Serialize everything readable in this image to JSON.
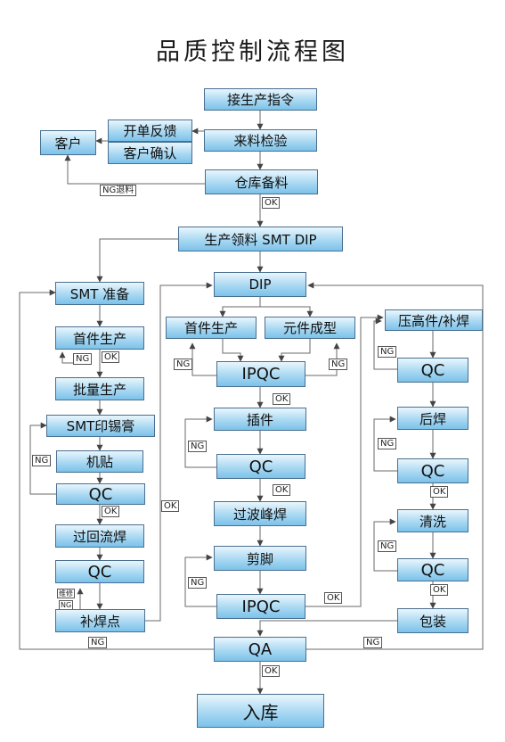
{
  "title": "品质控制流程图",
  "nodes": {
    "production_order": "接生产指令",
    "issue_feedback": "开单反馈",
    "customer_confirm": "客户确认",
    "customer": "客户",
    "incoming_inspection": "来料检验",
    "warehouse_prep": "仓库备料",
    "material_pick": "生产领料 SMT DIP",
    "smt_prep": "SMT 准备",
    "smt_first_article": "首件生产",
    "smt_batch": "批量生产",
    "smt_solder_paste": "SMT印锡膏",
    "smt_mount": "机贴",
    "smt_qc1": "QC",
    "smt_reflow": "过回流焊",
    "smt_qc2": "QC",
    "smt_touchup": "补焊点",
    "dip": "DIP",
    "dip_first_article": "首件生产",
    "dip_forming": "元件成型",
    "dip_ipqc1": "IPQC",
    "dip_insert": "插件",
    "dip_qc": "QC",
    "dip_wave": "过波峰焊",
    "dip_cut": "剪脚",
    "dip_ipqc2": "IPQC",
    "press_fit": "压高件/补焊",
    "r_qc1": "QC",
    "post_weld": "后焊",
    "r_qc2": "QC",
    "cleaning": "清洗",
    "r_qc3": "QC",
    "packing": "包装",
    "qa": "QA",
    "storage": "入库"
  },
  "tags": {
    "ng_return": "NG退料",
    "ok": "OK",
    "ng": "NG",
    "repair": "维修"
  },
  "colors": {
    "box_top": "#e9f6fd",
    "box_bottom": "#7cc2ea",
    "box_border": "#4a6f8f",
    "line": "#666666"
  }
}
